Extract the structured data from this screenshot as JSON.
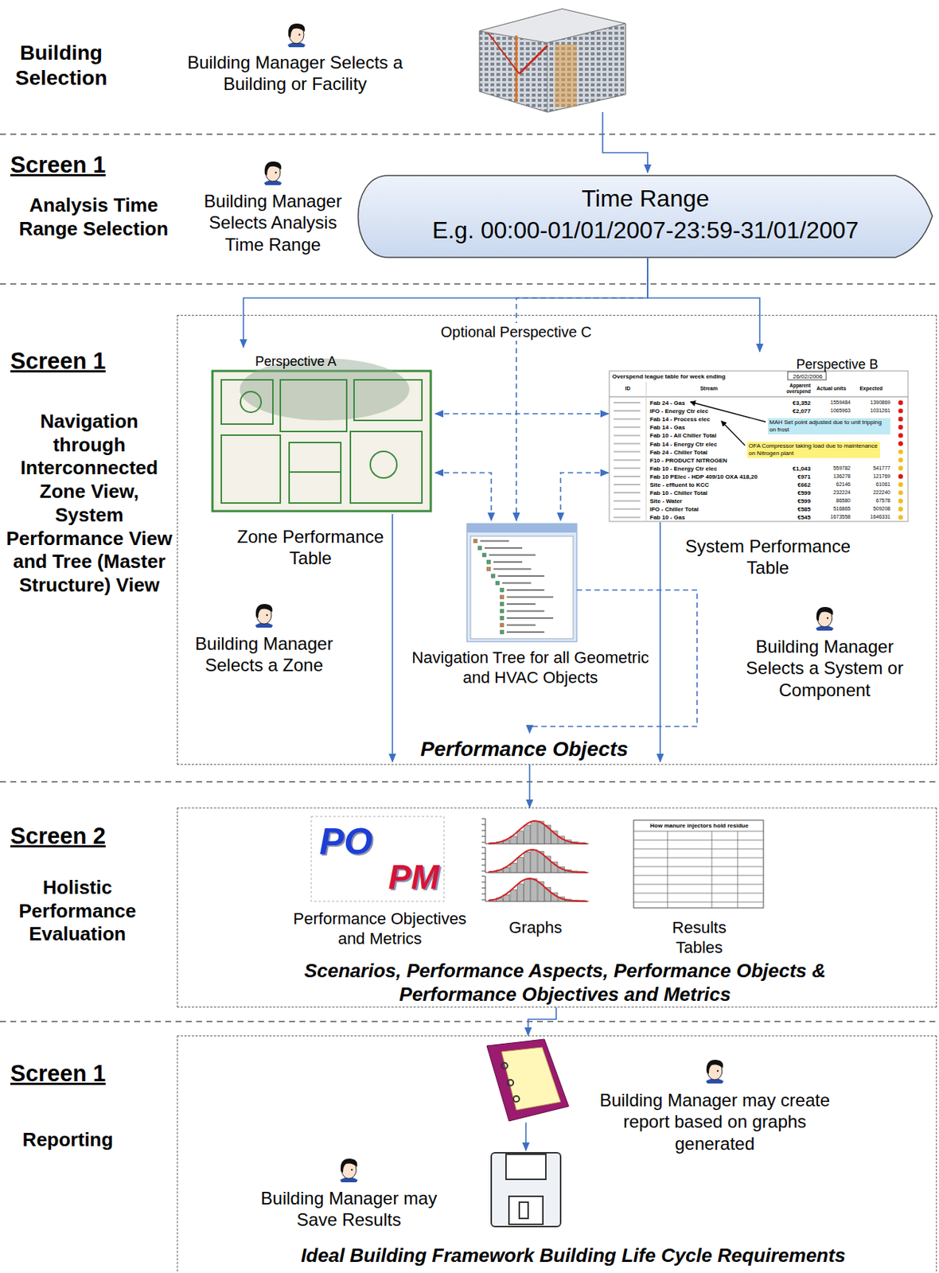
{
  "diagram": {
    "nodes": [
      {
        "text": [
          "Time Range",
          "E.g. 00:00-01/01/2007-23:59-31/01/2007"
        ]
      },
      {
        "text": [
          "Performance Objects"
        ]
      },
      {
        "text": [
          "Perspective A",
          "Zone Performance Table"
        ],
        "in": 1
      },
      {
        "text": [
          "Navigation Tree for all Geometric and HVAC Objects"
        ],
        "in": 1
      },
      {
        "text": [
          "Perspective B",
          "System Performance Table"
        ],
        "in": 1
      },
      {
        "text": [
          "Scenarios, Performance Aspects, Performance Objects & Performance Objectives and Metrics"
        ]
      },
      {
        "text": [
          "PO",
          "PM",
          "Performance Objectives and Metrics"
        ],
        "in": 5
      },
      {
        "text": [
          "Graphs"
        ],
        "in": 5
      },
      {
        "text": [
          "How manure injectors hold residue",
          "Results Tables"
        ],
        "in": 5
      },
      {
        "text": [
          "Ideal Building Framework Building Life Cycle Requirements"
        ]
      }
    ],
    "edges": [
      {
        "from": 0,
        "to": 2,
        "arrow": "to"
      },
      {
        "from": 0,
        "to": 4,
        "arrow": "to"
      },
      {
        "from": 0,
        "to": 3,
        "arrow": "to",
        "label": "Optional Perspective C"
      },
      {
        "from": 2,
        "to": 4,
        "arrow": "both"
      },
      {
        "from": 2,
        "to": 3,
        "arrow": "both"
      },
      {
        "from": 4,
        "to": 3,
        "arrow": "both"
      },
      {
        "from": 1,
        "to": 5,
        "arrow": "to"
      },
      {
        "from": 5,
        "to": 9,
        "arrow": "to"
      }
    ],
    "labels": [
      "Building Selection",
      "Building Manager Selects a Building or Facility",
      "Screen 1",
      "Analysis Time Range Selection",
      "Building Manager Selects Analysis Time Range",
      "Screen 1",
      "Navigation through Interconnected Zone View, System Performance View and Tree (Master Structure) View",
      "Building Manager Selects a Zone",
      "Building Manager Selects a System or Component",
      "Screen 2",
      "Holistic Performance Evaluation",
      "Screen 1",
      "Reporting",
      "Building Manager may create report based on graphs generated",
      "Building Manager may Save Results",
      "Overspend league table for week ending",
      "26/02/2006",
      "ID",
      "Stream",
      "Apparent overspend",
      "Actual units",
      "Expected",
      "Fab 24 - Gas",
      "€3,352",
      "1559484",
      "1390869",
      "IFO - Energy Ctr elec",
      "€2,077",
      "1065963",
      "1031261",
      "Fab 14 - Process elec",
      "Fab 14 - Gas",
      "Fab 10 - All Chiller Total",
      "Fab 14 - Energy Ctr elec",
      "Fab 24 - Chiller Total",
      "F10 - PRODUCT NITROGEN",
      "Fab 10 - Energy Ctr elec",
      "€1,043",
      "559782",
      "541777",
      "Fab 10 PElec - HDP 409/10 OXA 418,20",
      "€971",
      "136278",
      "121769",
      "Site - effluent to KCC",
      "€662",
      "62146",
      "61061",
      "Fab 10 - Chiller Total",
      "€599",
      "232224",
      "222240",
      "Site - Water",
      "€599",
      "86580",
      "67578",
      "IFO - Chiller Total",
      "€585",
      "516865",
      "509208",
      "Fab 10 - Gas",
      "€545",
      "1673558",
      "1646331",
      "MAH Set point adjusted due to unit tripping on frost",
      "OFA Compressor taking load due to maintenance on Nitrogen plant"
    ]
  }
}
